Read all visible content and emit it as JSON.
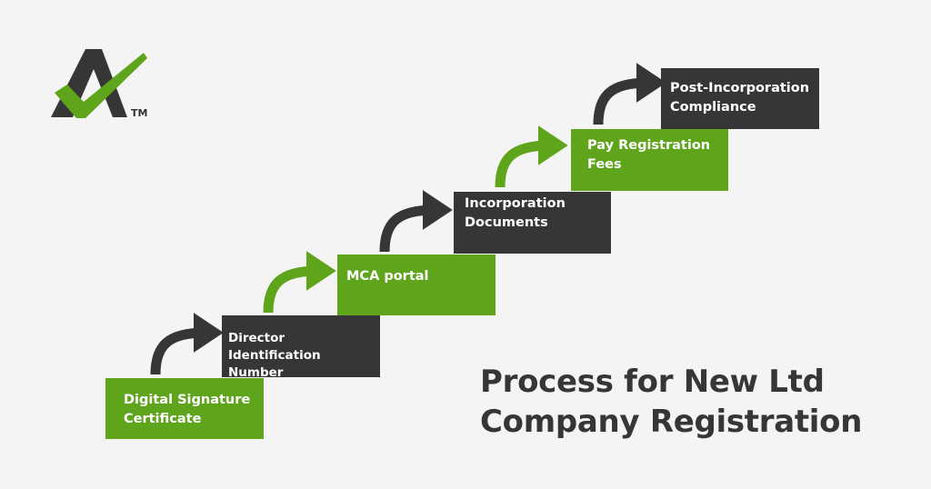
{
  "logo": {
    "icon": "logo-a-checkmark",
    "trademark": "TM"
  },
  "steps": [
    {
      "label": "Digital Signature Certificate",
      "lines": [
        "Digital Signature",
        "Certificate"
      ],
      "color": "#5fa51c"
    },
    {
      "label": "Director Identification Number",
      "lines": [
        "Director Identification",
        "Number"
      ],
      "color": "#363636"
    },
    {
      "label": "MCA portal",
      "lines": [
        "MCA portal"
      ],
      "color": "#5fa51c"
    },
    {
      "label": "Incorporation Documents",
      "lines": [
        "Incorporation",
        "Documents"
      ],
      "color": "#363636"
    },
    {
      "label": "Pay Registration Fees",
      "lines": [
        "Pay Registration",
        "Fees"
      ],
      "color": "#5fa51c"
    },
    {
      "label": "Post-Incorporation Compliance",
      "lines": [
        "Post-Incorporation",
        "Compliance"
      ],
      "color": "#363636"
    }
  ],
  "title": {
    "line1": "Process for New Ltd",
    "line2": "Company Registration"
  },
  "colors": {
    "green": "#5fa51c",
    "dark": "#363636",
    "background": "#f4f4f4"
  }
}
